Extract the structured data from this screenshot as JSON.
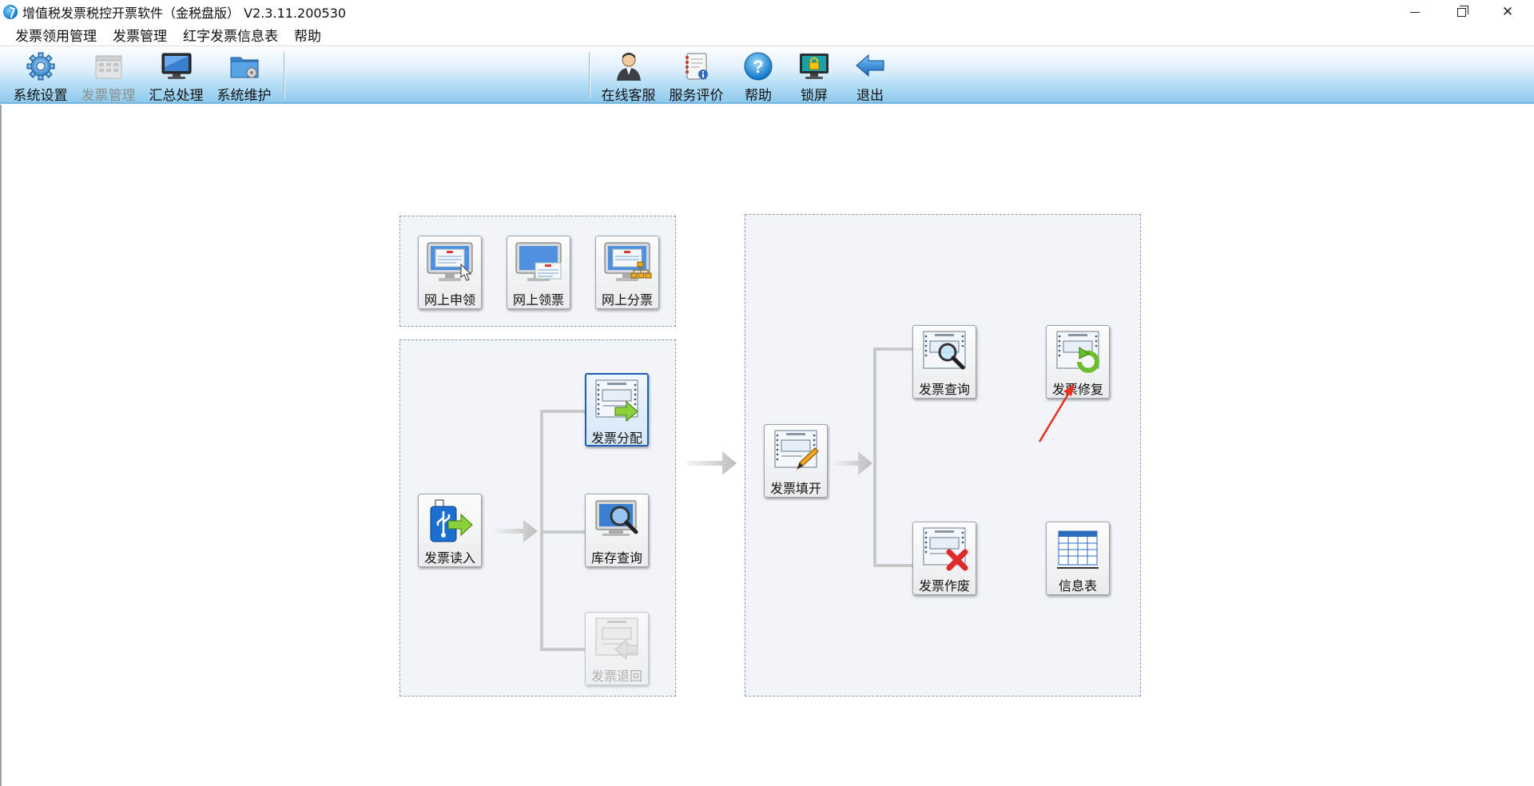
{
  "window": {
    "title": "增值税发票税控开票软件（金税盘版） V2.3.11.200530",
    "min_label": "—",
    "close_label": "✕"
  },
  "menu": [
    "发票领用管理",
    "发票管理",
    "红字发票信息表",
    "帮助"
  ],
  "toolbar": {
    "left": [
      {
        "label": "系统设置",
        "icon": "gear-icon",
        "enabled": true
      },
      {
        "label": "发票管理",
        "icon": "invoice-manage-icon",
        "enabled": false
      },
      {
        "label": "汇总处理",
        "icon": "monitor-icon",
        "enabled": true
      },
      {
        "label": "系统维护",
        "icon": "folder-gear-icon",
        "enabled": true
      }
    ],
    "right": [
      {
        "label": "在线客服",
        "icon": "person-icon"
      },
      {
        "label": "服务评价",
        "icon": "notebook-icon"
      },
      {
        "label": "帮助",
        "icon": "help-icon"
      },
      {
        "label": "锁屏",
        "icon": "lock-screen-icon"
      },
      {
        "label": "退出",
        "icon": "exit-arrow-icon"
      }
    ]
  },
  "workflow": {
    "online": [
      {
        "label": "网上申领",
        "icon": "online-apply-icon"
      },
      {
        "label": "网上领票",
        "icon": "online-receive-icon"
      },
      {
        "label": "网上分票",
        "icon": "online-split-icon"
      }
    ],
    "read": {
      "label": "发票读入",
      "icon": "usb-read-icon"
    },
    "branch": [
      {
        "label": "发票分配",
        "icon": "invoice-distribute-icon",
        "selected": true,
        "enabled": true
      },
      {
        "label": "库存查询",
        "icon": "stock-query-icon",
        "selected": false,
        "enabled": true
      },
      {
        "label": "发票退回",
        "icon": "invoice-return-icon",
        "selected": false,
        "enabled": false
      }
    ],
    "fill": {
      "label": "发票填开",
      "icon": "invoice-fill-icon"
    },
    "query": {
      "label": "发票查询",
      "icon": "invoice-query-icon"
    },
    "repair": {
      "label": "发票修复",
      "icon": "invoice-repair-icon"
    },
    "void": {
      "label": "发票作废",
      "icon": "invoice-void-icon"
    },
    "info_table": {
      "label": "信息表",
      "icon": "info-table-icon"
    }
  }
}
